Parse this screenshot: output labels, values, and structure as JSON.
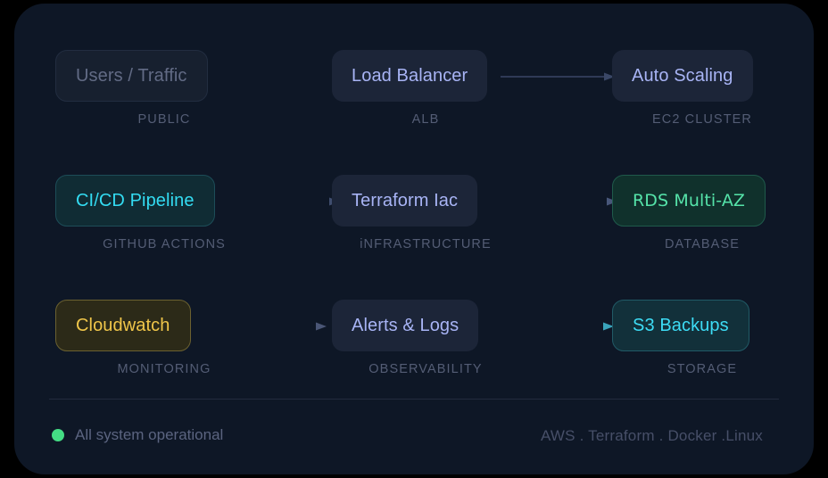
{
  "diagram": {
    "rows": [
      {
        "cells": [
          {
            "label": "Users / Traffic",
            "caption": "PUBLIC",
            "variant": "v-muted"
          },
          {
            "label": "Load Balancer",
            "caption": "ALB",
            "variant": "v-slate"
          },
          {
            "label": "Auto Scaling",
            "caption": "EC2 CLUSTER",
            "variant": "v-slate"
          }
        ],
        "connectors": [
          {
            "from_color": "#3a4766",
            "to_color": "#3a4766"
          },
          {
            "from_color": "#3a4766",
            "to_color": "#3a4766"
          }
        ]
      },
      {
        "cells": [
          {
            "label": "CI/CD Pipeline",
            "caption": "GITHUB ACTIONS",
            "variant": "v-cyan"
          },
          {
            "label": "Terraform Iac",
            "caption": "iNFRASTRUCTURE",
            "variant": "v-slate"
          },
          {
            "label": "RDS Multi-AZ",
            "caption": "DATABASE",
            "variant": "v-green"
          }
        ],
        "connectors": [
          {
            "from_color": "#2b8ca0",
            "to_color": "#3f4d6e"
          },
          {
            "from_color": "#2f8f8a",
            "to_color": "#48577a"
          }
        ]
      },
      {
        "cells": [
          {
            "label": "Cloudwatch",
            "caption": "MONITORING",
            "variant": "v-amber"
          },
          {
            "label": "Alerts & Logs",
            "caption": "OBSERVABILITY",
            "variant": "v-slate"
          },
          {
            "label": "S3 Backups",
            "caption": "STORAGE",
            "variant": "v-cyan2"
          }
        ],
        "connectors": [
          {
            "from_color": "#8a7a35",
            "to_color": "#4a5676"
          },
          {
            "from_color": "#2f8c9c",
            "to_color": "#3aa4bb"
          }
        ]
      }
    ]
  },
  "footer": {
    "status_label": "All system operational",
    "status_color": "#44dd84",
    "stack_label": "AWS . Terraform . Docker .Linux"
  }
}
